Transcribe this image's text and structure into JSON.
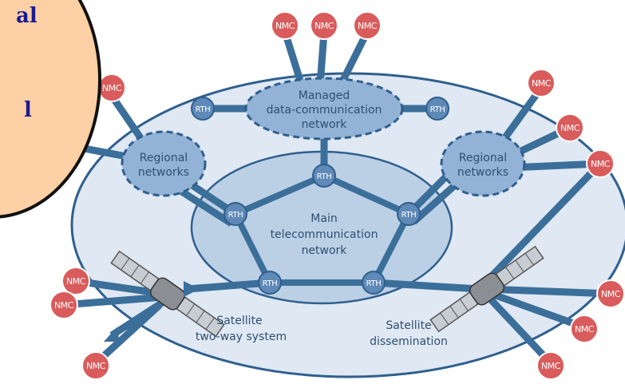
{
  "callout": {
    "fragments": [
      "al",
      "l"
    ]
  },
  "clouds": {
    "managed": [
      "Managed",
      "data-communication",
      "network"
    ],
    "regional_left": [
      "Regional",
      "networks"
    ],
    "regional_right": [
      "Regional",
      "networks"
    ]
  },
  "main_network": [
    "Main",
    "telecommunication",
    "network"
  ],
  "satellite_left": [
    "Satellite",
    "two-way system"
  ],
  "satellite_right": [
    "Satellite",
    "dissemination"
  ],
  "nmc_label": "NMC",
  "rth_label": "RTH",
  "colors": {
    "outer_ellipse": "#dfe8f3",
    "inner_ellipse": "#bcd0e5",
    "link": "#3b6f9a",
    "nmc_fill": "#d95b5b",
    "rth_fill": "#5f89b6",
    "callout_fill": "#fdd0a6",
    "callout_text": "#1b1b8f"
  }
}
